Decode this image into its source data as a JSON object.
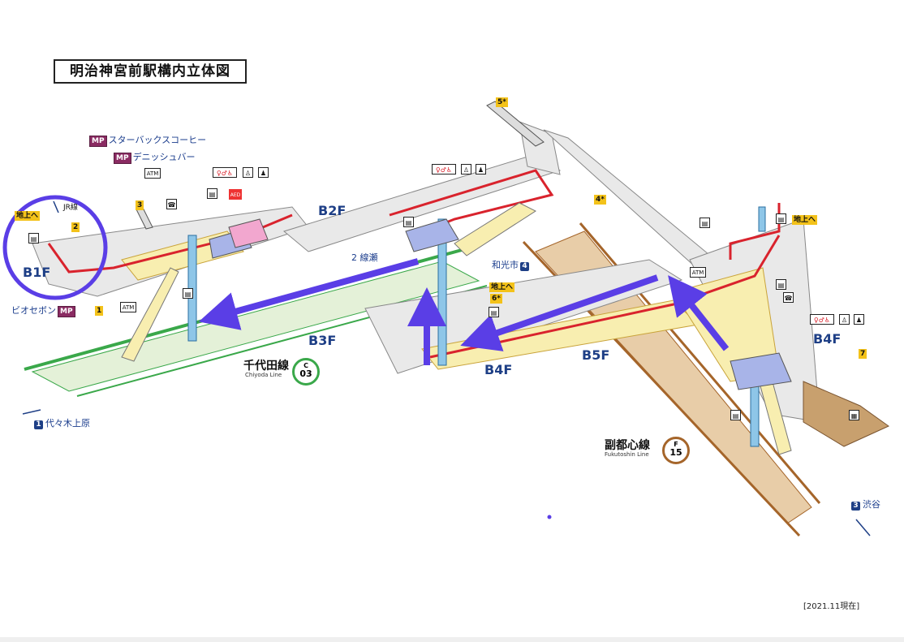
{
  "title": "明治神宮前駅構内立体図",
  "floors": {
    "b1f": "B1F",
    "b2f": "B2F",
    "b3f": "B3F",
    "b4f_center": "B4F",
    "b4f_right": "B4F",
    "b5f": "B5F"
  },
  "shops": {
    "starbucks": "スターバックスコーヒー",
    "denishubar": "デニッシュバー",
    "piosepon": "ビオセボン",
    "mp": "MP"
  },
  "exits": {
    "jr_line": "JR線",
    "to_ground": "地上へ",
    "exit_2_label": "2 線瀬",
    "wakoshi": "和光市",
    "yoyogi": "代々木上原",
    "shibuya": "渋谷",
    "n1": "1",
    "n2": "2",
    "n3": "3",
    "n4": "4",
    "n2b": "2",
    "n3b": "3",
    "badge1": "1",
    "badge2": "2",
    "badge3": "3",
    "badge4": "4*",
    "badge5": "5*",
    "badge6": "6*",
    "badge7": "7"
  },
  "lines": {
    "chiyoda_jp": "千代田線",
    "chiyoda_en": "Chiyoda Line",
    "chiyoda_letter": "C",
    "chiyoda_num": "03",
    "fukutoshin_jp": "副都心線",
    "fukutoshin_en": "Fukutoshin Line",
    "fukutoshin_letter": "F",
    "fukutoshin_num": "15"
  },
  "icons": {
    "atm": "ATM",
    "aed": "AED"
  },
  "date_note": "[2021.11現在]",
  "colors": {
    "arrow": "#5a3ee6",
    "route": "#d9232d",
    "chiyoda": "#3aa84a",
    "fukutoshin": "#a5652a",
    "floor_fill": "#e9e9e9"
  }
}
